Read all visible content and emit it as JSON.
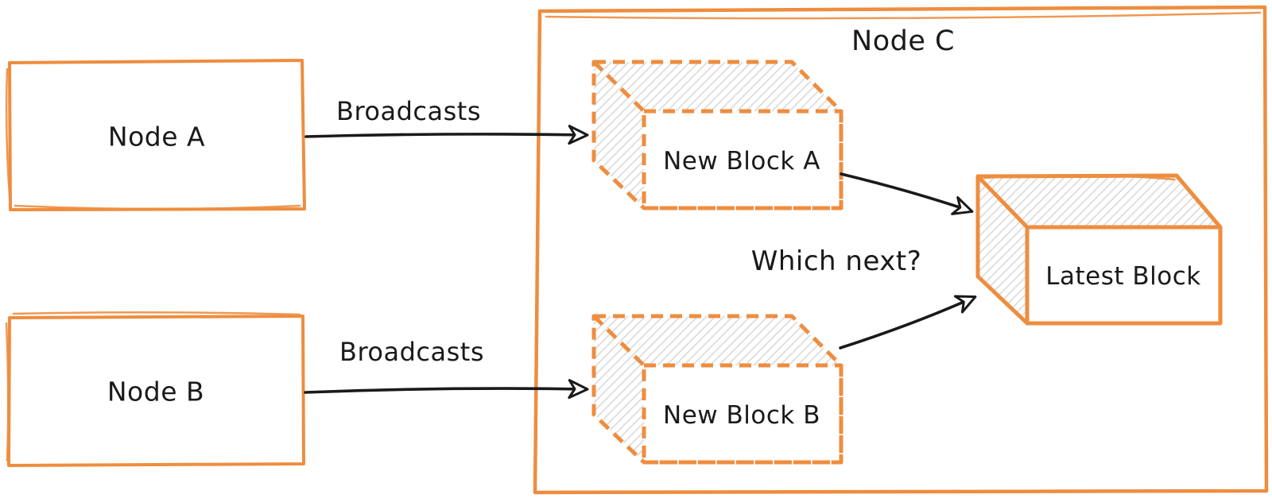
{
  "colors": {
    "orange": "#ee8d3f",
    "hatch": "#dcdcdc",
    "ink": "#1a1a1a",
    "background": "#ffffff"
  },
  "nodes": {
    "node_a": {
      "label": "Node A"
    },
    "node_b": {
      "label": "Node B"
    },
    "node_c": {
      "label": "Node C"
    }
  },
  "blocks": {
    "new_block_a": {
      "label": "New Block A",
      "outline": "dashed",
      "inside": "Node C"
    },
    "new_block_b": {
      "label": "New Block B",
      "outline": "dashed",
      "inside": "Node C"
    },
    "latest_block": {
      "label": "Latest Block",
      "outline": "solid",
      "inside": "Node C"
    }
  },
  "edges": {
    "broadcast_a": {
      "label": "Broadcasts",
      "from": "Node A",
      "to": "New Block A"
    },
    "broadcast_b": {
      "label": "Broadcasts",
      "from": "Node B",
      "to": "New Block B"
    },
    "candidate_a": {
      "from": "New Block A",
      "to": "Latest Block"
    },
    "candidate_b": {
      "from": "New Block B",
      "to": "Latest Block"
    }
  },
  "annotations": {
    "question": {
      "label": "Which next?"
    }
  }
}
